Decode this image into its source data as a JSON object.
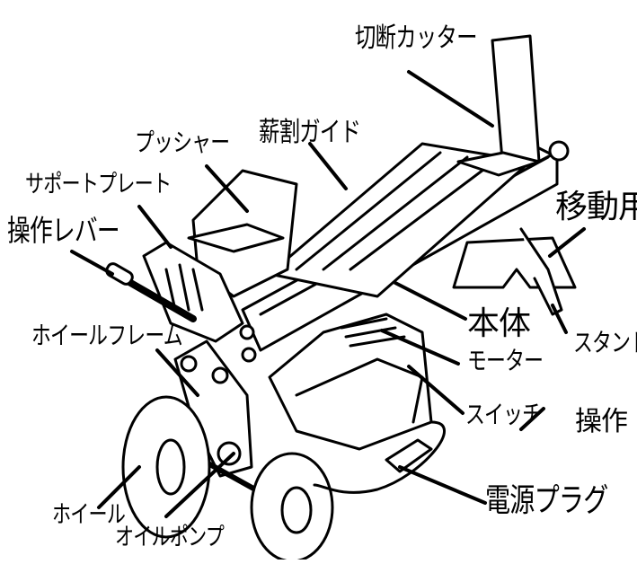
{
  "diagram": {
    "labels": {
      "cutter": "切断カッター",
      "guide": "薪割ガイド",
      "pusher": "プッシャー",
      "support_plate": "サポートプレート",
      "lever": "操作レバー",
      "transport_handle": "移動用",
      "body": "本体",
      "motor": "モーター",
      "stand": "スタンド",
      "wheel_frame": "ホイールフレーム",
      "switch": "スイッチ",
      "operation": "操作",
      "plug": "電源プラグ",
      "wheel": "ホイール",
      "oil_pump": "オイルポンプ"
    },
    "colors": {
      "ink": "#000000",
      "paper": "#ffffff"
    }
  }
}
